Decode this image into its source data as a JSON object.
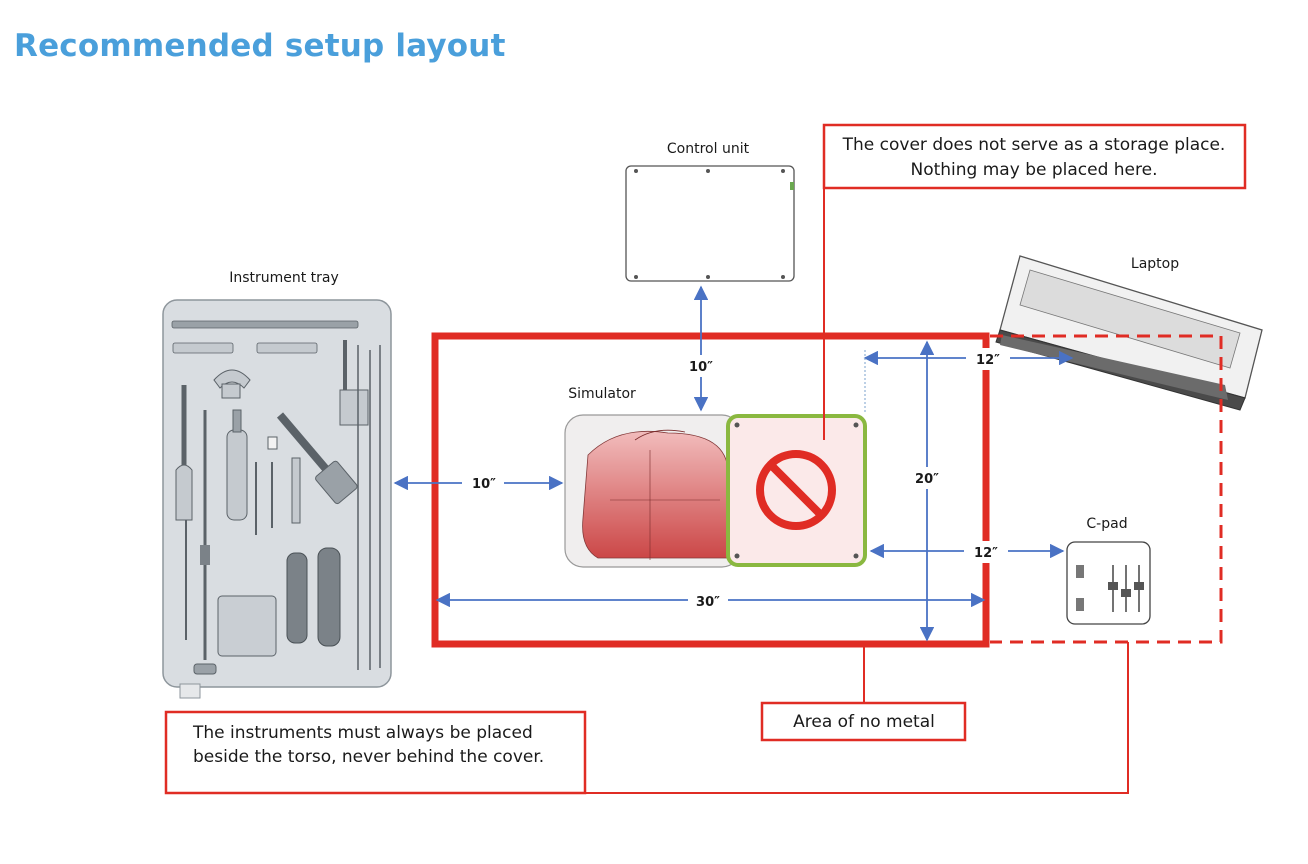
{
  "title": "Recommended setup layout",
  "components": {
    "control_unit": "Control unit",
    "instrument_tray": "Instrument tray",
    "laptop": "Laptop",
    "simulator": "Simulator",
    "c_pad": "C-pad"
  },
  "dimensions": {
    "control_to_simulator": "10″",
    "tray_to_simulator": "10″",
    "laptop_distance": "12″",
    "cpad_distance": "12″",
    "area_depth": "20″",
    "area_width": "30″"
  },
  "notes": {
    "cover_line1": "The cover does not serve as a storage place.",
    "cover_line2": "Nothing may be placed here.",
    "no_metal": "Area of no metal",
    "instruments_line1": "The instruments must always be placed",
    "instruments_line2": "beside the torso, never behind the cover."
  },
  "colors": {
    "title": "#4a9fdb",
    "red": "#e02c24",
    "arrow": "#4a72c4",
    "cover_green": "#8ab840"
  },
  "icons": [
    "no-entry-icon",
    "laptop-icon",
    "control-unit-icon",
    "instrument-tray-icon",
    "c-pad-icon",
    "simulator-torso-icon"
  ]
}
